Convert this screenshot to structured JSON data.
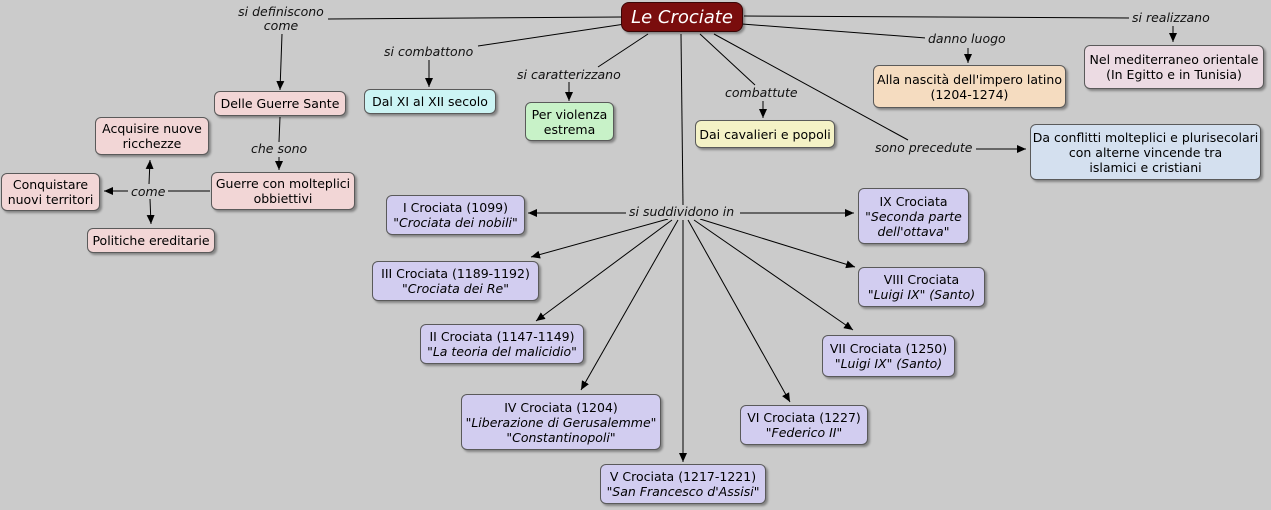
{
  "root": "Le Crociate",
  "labels": {
    "si_definiscono": "si definiscono",
    "come1": "come",
    "si_combattono": "si combattono",
    "si_caratterizzano": "si caratterizzano",
    "combattute": "combattute",
    "danno_luogo": "danno luogo",
    "si_realizzano": "si realizzano",
    "sono_precedute": "sono precedute",
    "che_sono": "che sono",
    "come2": "come",
    "si_suddividono": "si suddividono in"
  },
  "nodes": {
    "guerre_sante": "Delle Guerre Sante",
    "xi_xii": "Dal XI al XII secolo",
    "violenza_1": "Per violenza",
    "violenza_2": "estrema",
    "cavalieri": "Dai cavalieri e popoli",
    "impero_1": "Alla nascità dell'impero latino",
    "impero_2": "(1204-1274)",
    "mediterraneo_1": "Nel mediterraneo orientale",
    "mediterraneo_2": "(In Egitto e in Tunisia)",
    "conflitti_1": "Da conflitti molteplici e plurisecolari",
    "conflitti_2": "con alterne vincende tra",
    "conflitti_3": "islamici e cristiani",
    "ricchezze_1": "Acquisire nuove",
    "ricchezze_2": "ricchezze",
    "territori_1": "Conquistare",
    "territori_2": "nuovi territori",
    "obbiettivi_1": "Guerre con molteplici",
    "obbiettivi_2": "obbiettivi",
    "ereditarie": "Politiche ereditarie"
  },
  "crusades": {
    "c1": {
      "title": "I Crociata (1099)",
      "sub": "\"Crociata dei nobili\""
    },
    "c2": {
      "title": "II Crociata (1147-1149)",
      "sub": "\"La teoria del malicidio\""
    },
    "c3": {
      "title": "III Crociata (1189-1192)",
      "sub": "\"Crociata dei Re\""
    },
    "c4": {
      "title": "IV Crociata (1204)",
      "sub": "\"Liberazione di Gerusalemme\"",
      "sub2": "\"Constantinopoli\""
    },
    "c5": {
      "title": "V Crociata (1217-1221)",
      "sub": "\"San Francesco d'Assisi\""
    },
    "c6": {
      "title": "VI Crociata (1227)",
      "sub": "\"Federico II\""
    },
    "c7": {
      "title": "VII Crociata (1250)",
      "sub": "\"Luigi IX\" (Santo)"
    },
    "c8": {
      "title": "VIII Crociata",
      "sub": "\"Luigi IX\" (Santo)"
    },
    "c9": {
      "title": "IX Crociata",
      "sub": "\"Seconda parte",
      "sub2": "dell'ottava\""
    }
  }
}
